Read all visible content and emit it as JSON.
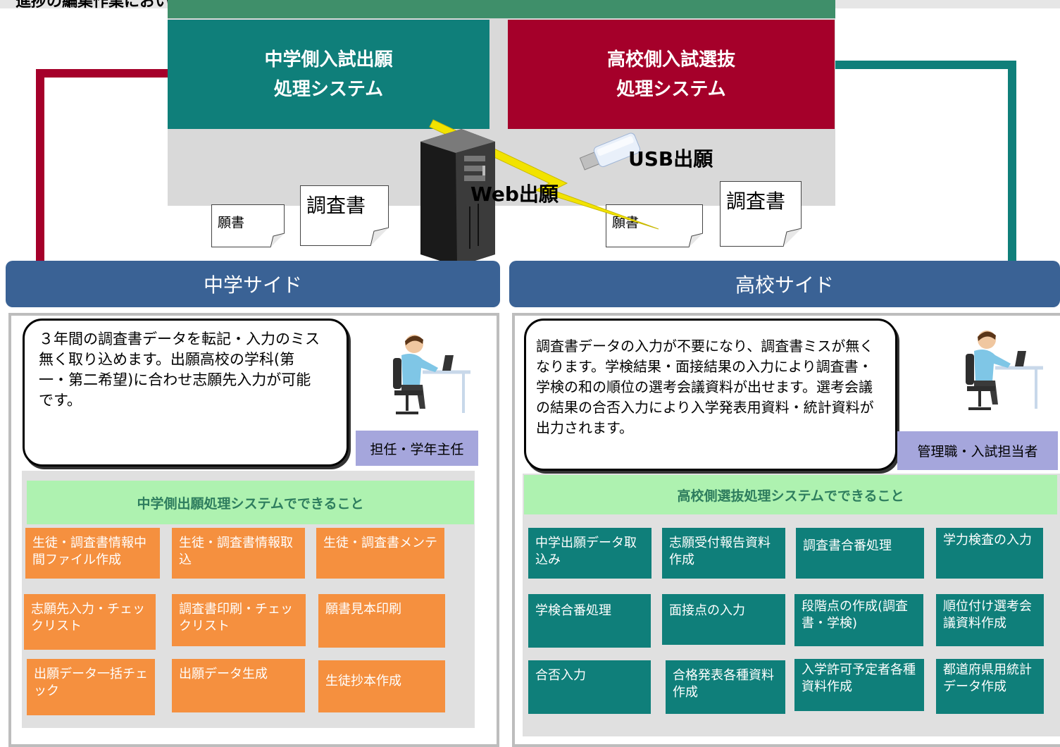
{
  "header_strip_text": "進捗の編集作業においてより専門的な入力も可能です。",
  "systems": {
    "junior": {
      "line1": "中学側入試出願",
      "line2": "処理システム"
    },
    "senior": {
      "line1": "高校側入試選抜",
      "line2": "処理システム"
    }
  },
  "documents": {
    "left_application": "願書",
    "left_report": "調査書",
    "right_application": "願書",
    "right_report": "調査書"
  },
  "callouts": {
    "web": "Web出願",
    "usb": "USB出願"
  },
  "sides": {
    "junior": {
      "header": "中学サイド",
      "bubble": "３年間の調査書データを転記・入力のミス無く取り込めます。出願高校の学科(第一・第二希望)に合わせ志願先入力が可能です。",
      "role": "担任・学年主任",
      "features_title": "中学側出願処理システムでできること",
      "features": [
        "生徒・調査書情報中間ファイル作成",
        "生徒・調査書情報取込",
        "生徒・調査書メンテ",
        "志願先入力・チェックリスト",
        "調査書印刷・チェックリスト",
        "願書見本印刷",
        "出願データ一括チェック",
        "出願データ生成",
        "生徒抄本作成"
      ]
    },
    "senior": {
      "header": "高校サイド",
      "bubble": "調査書データの入力が不要になり、調査書ミスが無くなります。学検結果・面接結果の入力により調査書・学検の和の順位の選考会議資料が出せます。選考会議の結果の合否入力により入学発表用資料・統計資料が出力されます。",
      "role": "管理職・入試担当者",
      "features_title": "高校側選抜処理システムでできること",
      "features": [
        "中学出願データ取込み",
        "志願受付報告資料作成",
        "調査書合番処理",
        "学力検査の入力",
        "学検合番処理",
        "面接点の入力",
        "段階点の作成(調査書・学検)",
        "順位付け選考会議資料作成",
        "合否入力",
        "合格発表各種資料作成",
        "入学許可予定者各種資料作成",
        "都道府県用統計データ作成"
      ]
    }
  },
  "colors": {
    "teal": "#0f7f7a",
    "crimson": "#a5002a",
    "navy_header": "#3a6295",
    "orange": "#f5903f",
    "mint": "#aef2b0",
    "lavender": "#a5a6dc"
  },
  "icons": [
    "server-tower-icon",
    "usb-drive-icon",
    "lightning-bolt-icon",
    "office-worker-icon"
  ]
}
